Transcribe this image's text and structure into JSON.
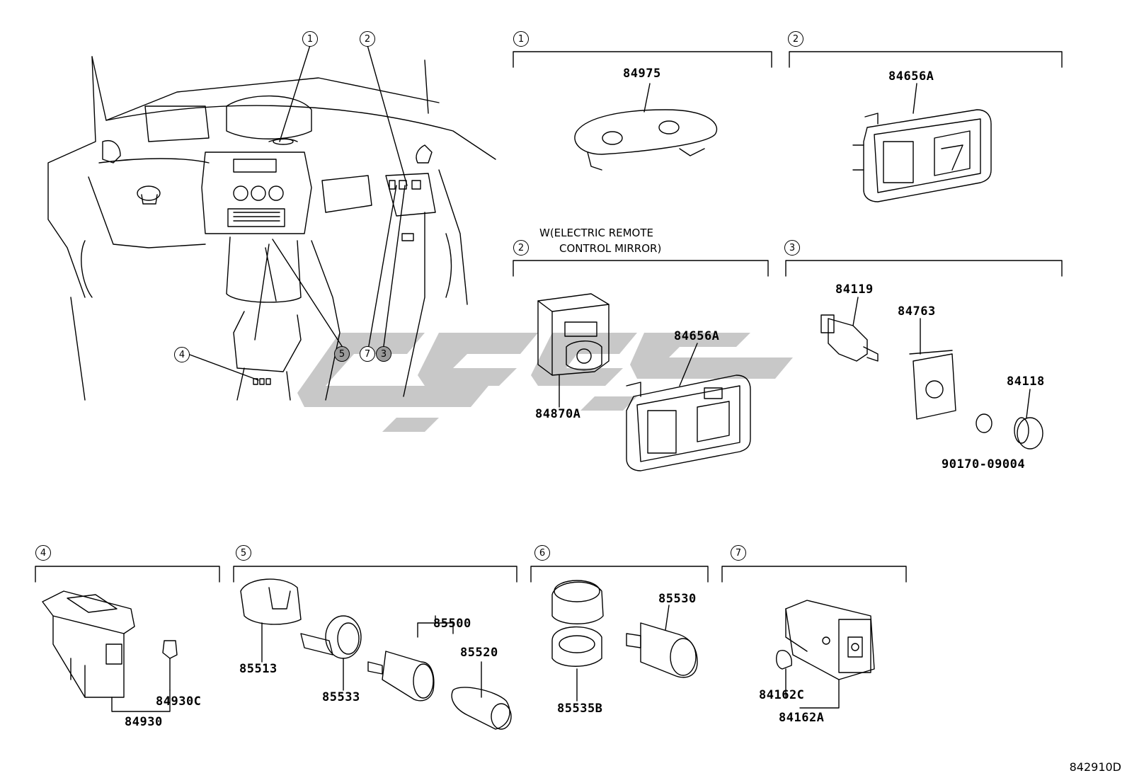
{
  "overview": {
    "callouts": [
      "1",
      "2",
      "3",
      "4",
      "5",
      "7"
    ]
  },
  "groups": [
    {
      "id": "1",
      "parts": [
        "84975"
      ]
    },
    {
      "id": "2",
      "parts": [
        "84656A"
      ]
    },
    {
      "id": "2",
      "note_line1": "W(ELECTRIC REMOTE",
      "note_line2": "CONTROL MIRROR)",
      "parts": [
        "84870A",
        "84656A"
      ]
    },
    {
      "id": "3",
      "parts": [
        "84119",
        "84763",
        "84118",
        "90170-09004"
      ]
    },
    {
      "id": "4",
      "parts": [
        "84930C",
        "84930"
      ]
    },
    {
      "id": "5",
      "parts": [
        "85513",
        "85533",
        "85500",
        "85520"
      ]
    },
    {
      "id": "6",
      "parts": [
        "85530",
        "85535B"
      ]
    },
    {
      "id": "7",
      "parts": [
        "84162C",
        "84162A"
      ]
    }
  ],
  "figure_id": "842910D",
  "watermark_color": "#c8c8c8"
}
